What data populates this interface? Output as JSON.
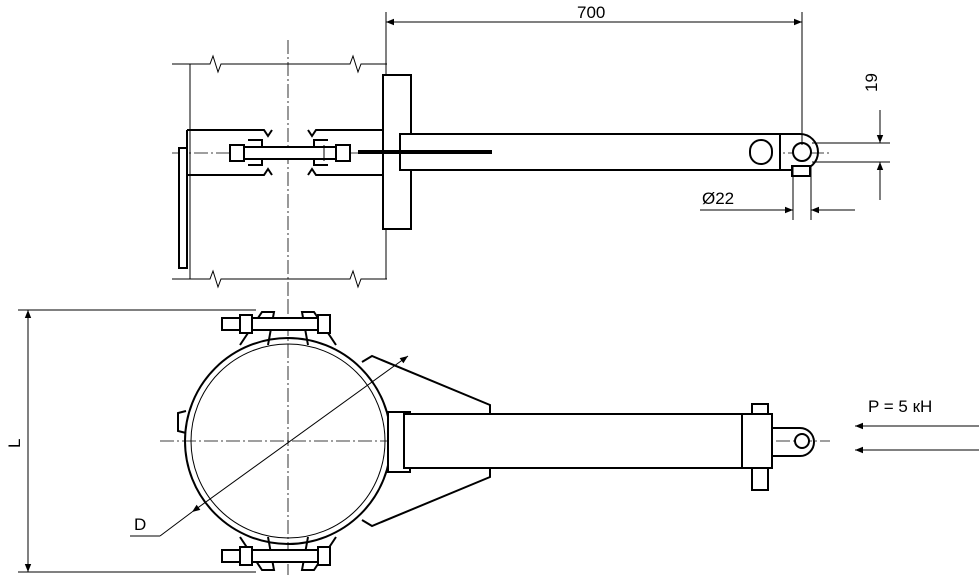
{
  "dimensions": {
    "length_700": "700",
    "thickness_19": "19",
    "hole_diameter": "Ø22",
    "load": "P = 5 кН",
    "pole_diameter": "D",
    "height": "L"
  }
}
